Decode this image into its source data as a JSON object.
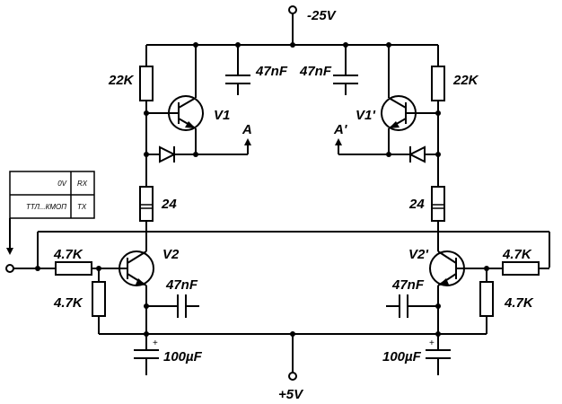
{
  "supply": {
    "negative": "-25V",
    "positive": "+5V"
  },
  "resistors": {
    "r_top_left": "22K",
    "r_top_right": "22K",
    "r_mid_left": "24",
    "r_mid_right": "24",
    "r_in_left": "4.7K",
    "r_in_right": "4.7K",
    "r_bias_left": "4.7K",
    "r_bias_right": "4.7K"
  },
  "capacitors": {
    "c_top_left": "47nF",
    "c_top_right": "47nF",
    "c_mid_left": "47nF",
    "c_mid_right": "47nF",
    "c_bot_left": "100µF",
    "c_bot_right": "100µF",
    "polarity": "+"
  },
  "transistors": {
    "v1": "V1",
    "v1p": "V1'",
    "v2": "V2",
    "v2p": "V2'"
  },
  "outputs": {
    "a": "A",
    "ap": "A'"
  },
  "connector": {
    "row1_left": "0V",
    "row1_right": "RX",
    "row2_left": "ТТЛ...КМОП",
    "row2_right": "TX"
  }
}
